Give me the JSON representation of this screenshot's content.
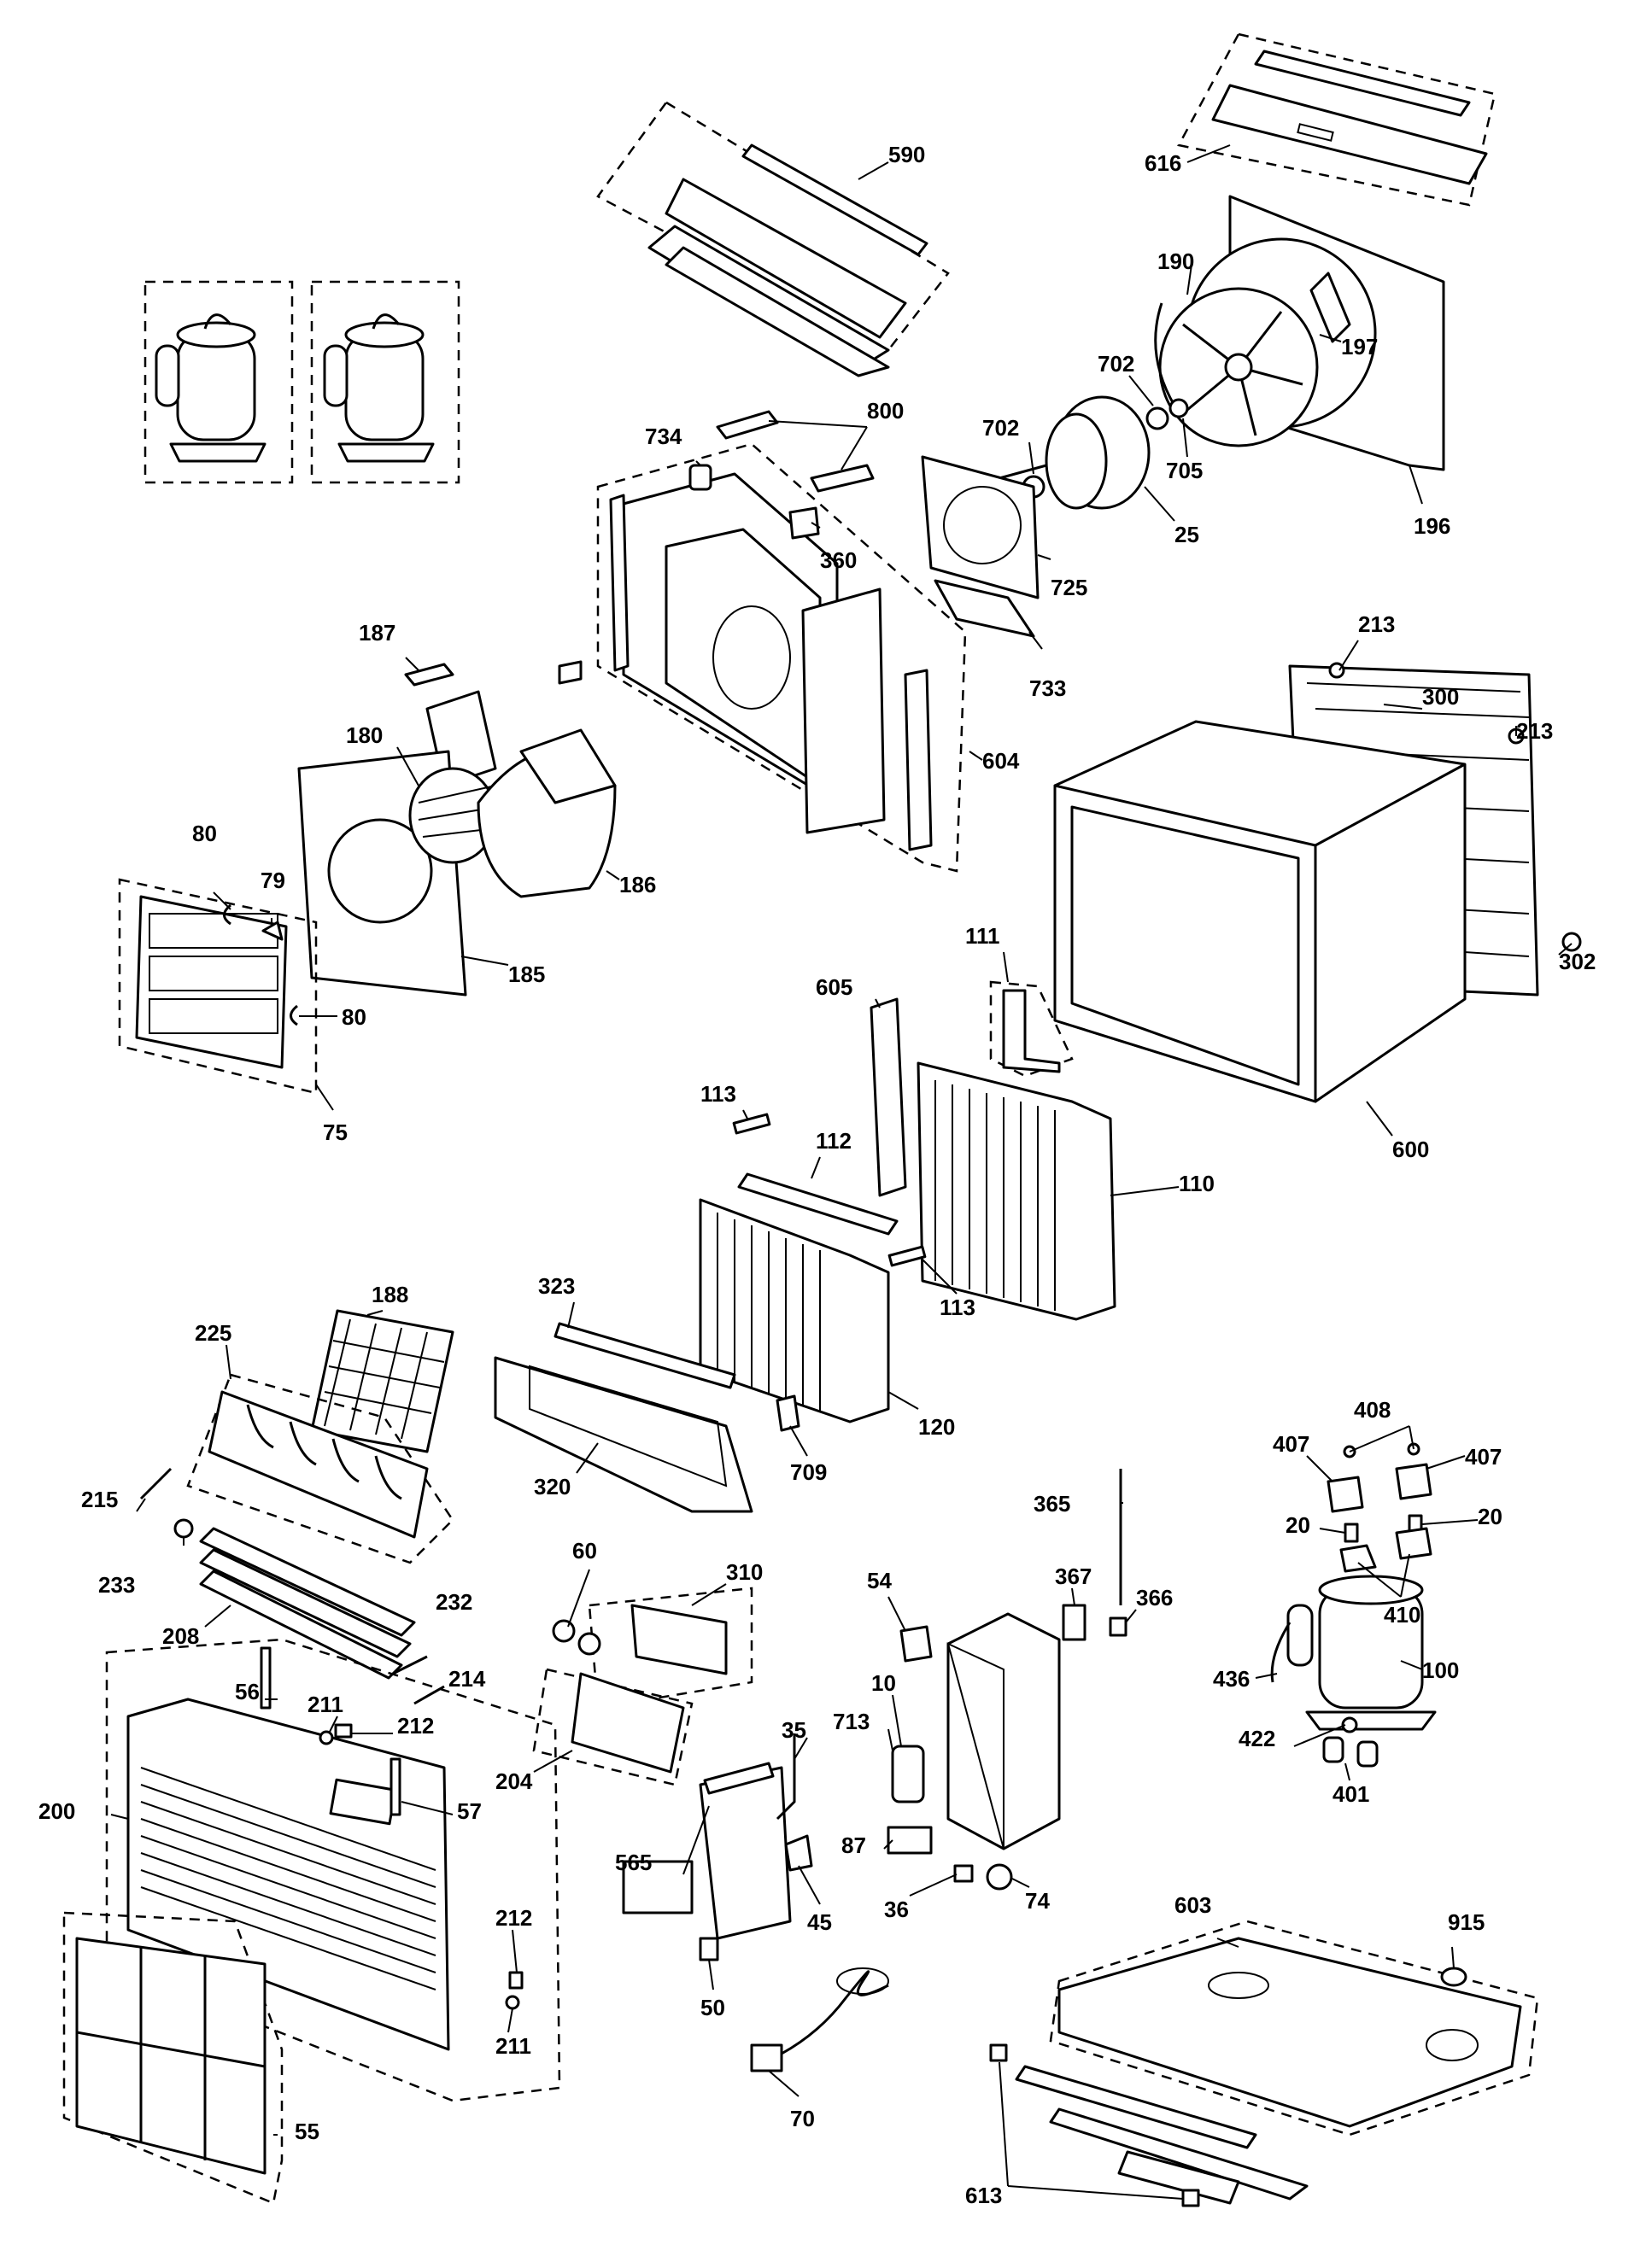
{
  "labels": {
    "n590": "590",
    "n616": "616",
    "n190": "190",
    "n197": "197",
    "n702a": "702",
    "n702b": "702",
    "n705": "705",
    "n734": "734",
    "n800": "800",
    "n360": "360",
    "n25": "25",
    "n196": "196",
    "n725": "725",
    "n733": "733",
    "n187": "187",
    "n180": "180",
    "n186": "186",
    "n604": "604",
    "n213a": "213",
    "n300": "300",
    "n213b": "213",
    "n80a": "80",
    "n79": "79",
    "n185": "185",
    "n80b": "80",
    "n75": "75",
    "n302": "302",
    "n111": "111",
    "n605": "605",
    "n600": "600",
    "n113a": "113",
    "n112": "112",
    "n110": "110",
    "n113b": "113",
    "n323": "323",
    "n188": "188",
    "n225": "225",
    "n120": "120",
    "n709": "709",
    "n320": "320",
    "n215": "215",
    "n233": "233",
    "n208": "208",
    "n232": "232",
    "n214": "214",
    "n408": "408",
    "n407a": "407",
    "n407b": "407",
    "n20a": "20",
    "n20b": "20",
    "n410": "410",
    "n365": "365",
    "n60": "60",
    "n310": "310",
    "n54": "54",
    "n367": "367",
    "n366": "366",
    "n436": "436",
    "n100": "100",
    "n10": "10",
    "n713": "713",
    "n422": "422",
    "n401": "401",
    "n56": "56",
    "n211a": "211",
    "n212a": "212",
    "n35": "35",
    "n57": "57",
    "n200": "200",
    "n204": "204",
    "n87": "87",
    "n565": "565",
    "n603": "603",
    "n915": "915",
    "n45": "45",
    "n36": "36",
    "n74": "74",
    "n212b": "212",
    "n50": "50",
    "n211b": "211",
    "n70": "70",
    "n613": "613",
    "n55": "55"
  }
}
